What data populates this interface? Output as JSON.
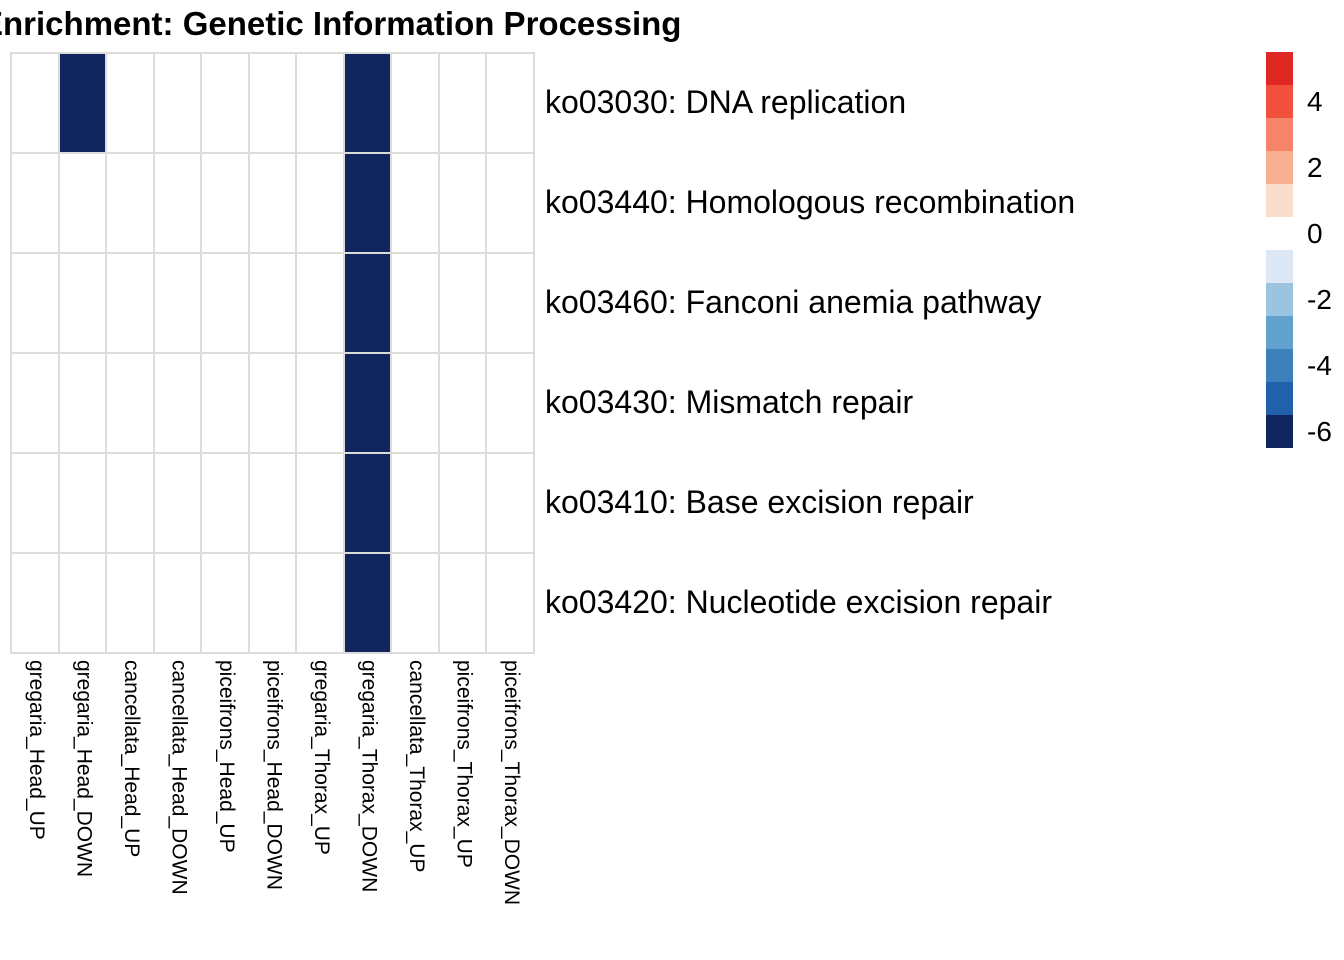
{
  "title": "Enrichment: Genetic Information Processing",
  "chart_data": {
    "type": "heatmap",
    "title": "Enrichment: Genetic Information Processing",
    "rows": [
      "ko03030: DNA replication",
      "ko03440: Homologous recombination",
      "ko03460: Fanconi anemia pathway",
      "ko03430: Mismatch repair",
      "ko03410: Base excision repair",
      "ko03420: Nucleotide excision repair"
    ],
    "columns": [
      "gregaria_Head_UP",
      "gregaria_Head_DOWN",
      "cancellata_Head_UP",
      "cancellata_Head_DOWN",
      "piceifrons_Head_UP",
      "piceifrons_Head_DOWN",
      "gregaria_Thorax_UP",
      "gregaria_Thorax_DOWN",
      "cancellata_Thorax_UP",
      "piceifrons_Thorax_UP",
      "piceifrons_Thorax_DOWN"
    ],
    "values": [
      [
        null,
        -6,
        null,
        null,
        null,
        null,
        null,
        -6,
        null,
        null,
        null
      ],
      [
        null,
        null,
        null,
        null,
        null,
        null,
        null,
        -6,
        null,
        null,
        null
      ],
      [
        null,
        null,
        null,
        null,
        null,
        null,
        null,
        -6,
        null,
        null,
        null
      ],
      [
        null,
        null,
        null,
        null,
        null,
        null,
        null,
        -6,
        null,
        null,
        null
      ],
      [
        null,
        null,
        null,
        null,
        null,
        null,
        null,
        -6,
        null,
        null,
        null
      ],
      [
        null,
        null,
        null,
        null,
        null,
        null,
        null,
        -6,
        null,
        null,
        null
      ]
    ],
    "empty_cell_color": "#ffffff",
    "filled_cell_color": "#12265E",
    "gridline_color": "#dcdcdc",
    "legend": {
      "position": "right",
      "tick_labels": [
        "4",
        "2",
        "0",
        "-2",
        "-4",
        "-6"
      ],
      "tick_values": [
        4,
        2,
        0,
        -2,
        -4,
        -6
      ],
      "range": [
        5,
        -6
      ],
      "bins": [
        {
          "value": 5,
          "color": "#E02823"
        },
        {
          "value": 4,
          "color": "#F0503C"
        },
        {
          "value": 3,
          "color": "#F58468"
        },
        {
          "value": 2,
          "color": "#F8AF92"
        },
        {
          "value": 1,
          "color": "#FBDCCD"
        },
        {
          "value": 0,
          "color": "#FFFFFF"
        },
        {
          "value": -1,
          "color": "#DCE9F4"
        },
        {
          "value": -2,
          "color": "#9AC4E0"
        },
        {
          "value": -3,
          "color": "#60A1CE"
        },
        {
          "value": -4,
          "color": "#3B80BA"
        },
        {
          "value": -5,
          "color": "#2161A9"
        },
        {
          "value": -6,
          "color": "#12265E"
        }
      ]
    }
  }
}
